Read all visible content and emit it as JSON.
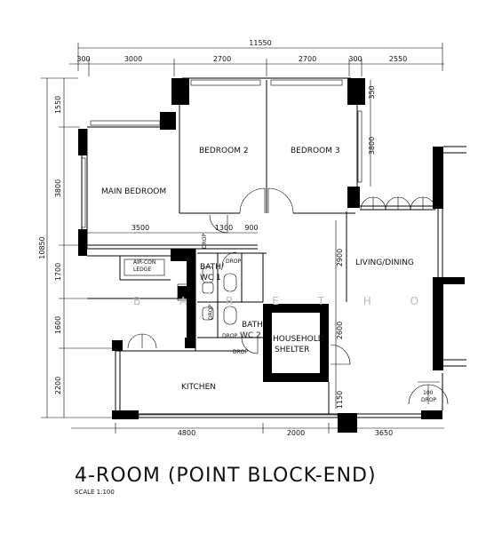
{
  "title": "4-ROOM (POINT BLOCK-END)",
  "scale": "SCALE  1:100",
  "watermark": "B A R E   T H O",
  "rooms": {
    "bedroom2": "BEDROOM 2",
    "bedroom3": "BEDROOM 3",
    "main_bedroom": "MAIN BEDROOM",
    "living_dining": "LIVING/DINING",
    "kitchen": "KITCHEN",
    "household_shelter_1": "HOUSEHOLD",
    "household_shelter_2": "SHELTER",
    "aircon_ledge_1": "AIR-CON",
    "aircon_ledge_2": "LEDGE",
    "bath1_a": "BATH/",
    "bath1_b": "WC  1",
    "bath2_a": "BATH/",
    "bath2_b": "WC  2"
  },
  "drops": {
    "drop": "DROP",
    "drop100_a": "100",
    "drop100_b": "DROP"
  },
  "dimensions": {
    "overall_width": "11550",
    "overall_height": "10850",
    "top": [
      "300",
      "3000",
      "2700",
      "2700",
      "300",
      "2550"
    ],
    "top_right_350": "350",
    "right_3800": "3800",
    "left": [
      "1550",
      "3800",
      "1700",
      "1600",
      "2200"
    ],
    "inner_3500": "3500",
    "inner_1300": "1300",
    "inner_900": "900",
    "inner_2900": "2900",
    "inner_2600": "2600",
    "inner_1150": "1150",
    "bottom": [
      "4800",
      "2000",
      "3650"
    ]
  }
}
